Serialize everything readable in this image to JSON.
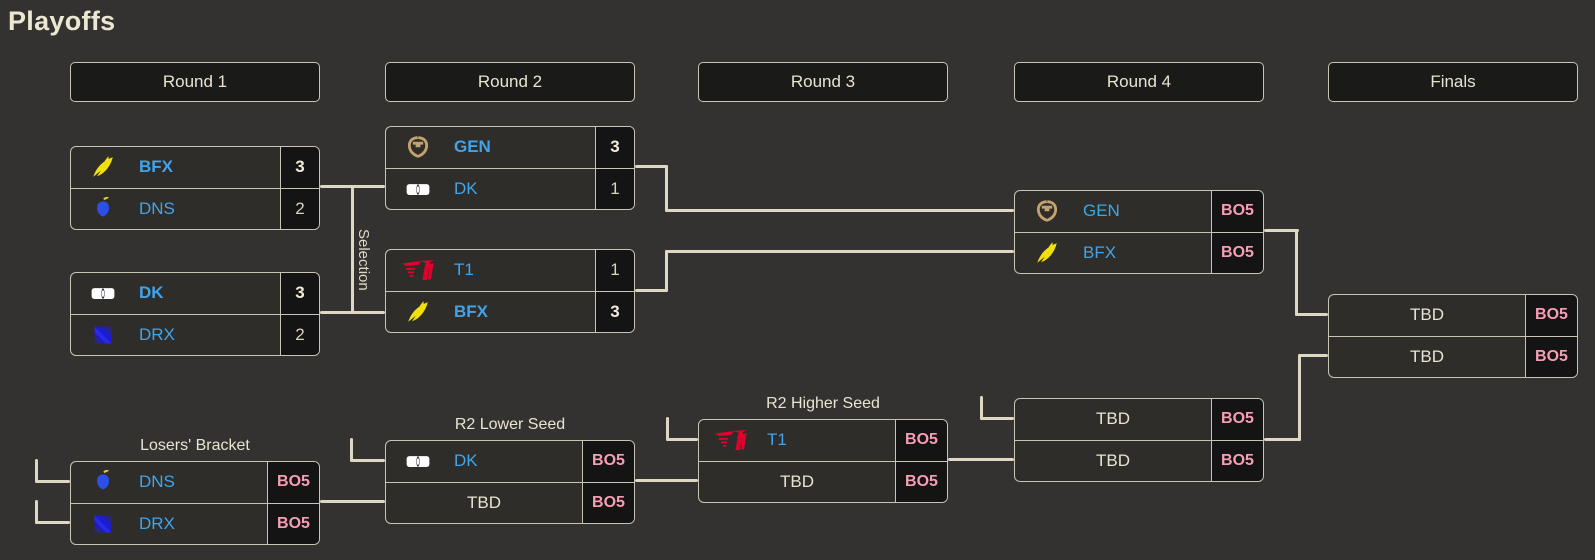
{
  "title": "Playoffs",
  "rounds": [
    {
      "label": "Round 1"
    },
    {
      "label": "Round 2"
    },
    {
      "label": "Round 3"
    },
    {
      "label": "Round 4"
    },
    {
      "label": "Finals"
    }
  ],
  "selection_label": "Selection",
  "bracket_labels": {
    "losers": "Losers' Bracket",
    "r2_lower": "R2 Lower Seed",
    "r2_higher": "R2 Higher Seed"
  },
  "matches": {
    "r1m1": {
      "teams": [
        {
          "name": "BFX",
          "logo": "bfx-logo",
          "score": "3",
          "winner": true
        },
        {
          "name": "DNS",
          "logo": "dns-logo",
          "score": "2",
          "winner": false
        }
      ]
    },
    "r1m2": {
      "teams": [
        {
          "name": "DK",
          "logo": "dk-logo",
          "score": "3",
          "winner": true
        },
        {
          "name": "DRX",
          "logo": "drx-logo",
          "score": "2",
          "winner": false
        }
      ]
    },
    "r2m1": {
      "teams": [
        {
          "name": "GEN",
          "logo": "gen-logo",
          "score": "3",
          "winner": true
        },
        {
          "name": "DK",
          "logo": "dk-logo",
          "score": "1",
          "winner": false
        }
      ]
    },
    "r2m2": {
      "teams": [
        {
          "name": "T1",
          "logo": "t1-logo",
          "score": "1",
          "winner": false
        },
        {
          "name": "BFX",
          "logo": "bfx-logo",
          "score": "3",
          "winner": true
        }
      ]
    },
    "r4_upper": {
      "teams": [
        {
          "name": "GEN",
          "logo": "gen-logo",
          "score": "BO5"
        },
        {
          "name": "BFX",
          "logo": "bfx-logo",
          "score": "BO5"
        }
      ]
    },
    "finals": {
      "teams": [
        {
          "name": "TBD",
          "score": "BO5"
        },
        {
          "name": "TBD",
          "score": "BO5"
        }
      ]
    },
    "losers": {
      "teams": [
        {
          "name": "DNS",
          "logo": "dns-logo",
          "score": "BO5"
        },
        {
          "name": "DRX",
          "logo": "drx-logo",
          "score": "BO5"
        }
      ]
    },
    "r2_lower": {
      "teams": [
        {
          "name": "DK",
          "logo": "dk-logo",
          "score": "BO5"
        },
        {
          "name": "TBD",
          "score": "BO5"
        }
      ]
    },
    "r2_higher": {
      "teams": [
        {
          "name": "T1",
          "logo": "t1-logo",
          "score": "BO5"
        },
        {
          "name": "TBD",
          "score": "BO5"
        }
      ]
    },
    "r4_lower": {
      "teams": [
        {
          "name": "TBD",
          "score": "BO5"
        },
        {
          "name": "TBD",
          "score": "BO5"
        }
      ]
    }
  },
  "colors": {
    "background": "#343230",
    "match_bg": "#2e2d29",
    "score_bg": "#141414",
    "header_bg": "#1a1a18",
    "border": "#c9c4b4",
    "connector": "#ddd7c3",
    "text_cream": "#e9e4d2",
    "team_blue": "#41a4eb",
    "bo5_pink": "#f79db4",
    "t1_red": "#e2012d",
    "gen_gold": "#c2a36f",
    "bfx_yellow": "#f1df10",
    "dns_blue": "#2b4fe8",
    "drx_blue": "#1b1bd0",
    "dk_white": "#ffffff"
  }
}
